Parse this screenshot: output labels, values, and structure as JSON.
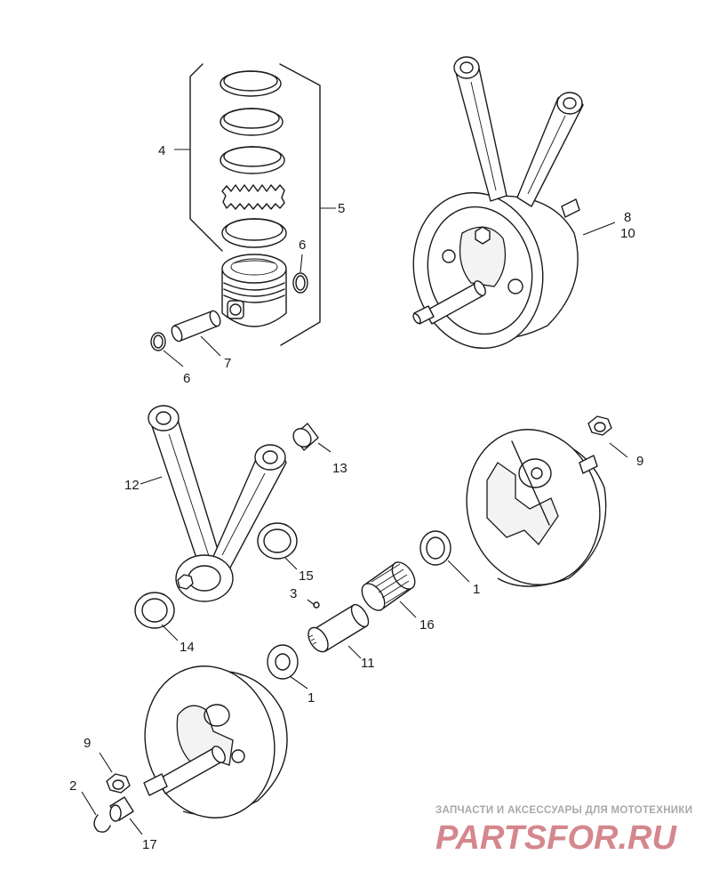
{
  "callouts": {
    "c1a": "1",
    "c1b": "1",
    "c2": "2",
    "c3": "3",
    "c4": "4",
    "c5": "5",
    "c6a": "6",
    "c6b": "6",
    "c7": "7",
    "c8": "8",
    "c9a": "9",
    "c9b": "9",
    "c10": "10",
    "c11": "11",
    "c12": "12",
    "c13": "13",
    "c14": "14",
    "c15": "15",
    "c16": "16",
    "c17": "17"
  },
  "watermark": {
    "tagline": "ЗАПЧАСТИ И АКСЕССУАРЫ ДЛЯ МОТОТЕХНИКИ",
    "logo": "PARTSFOR.RU"
  }
}
